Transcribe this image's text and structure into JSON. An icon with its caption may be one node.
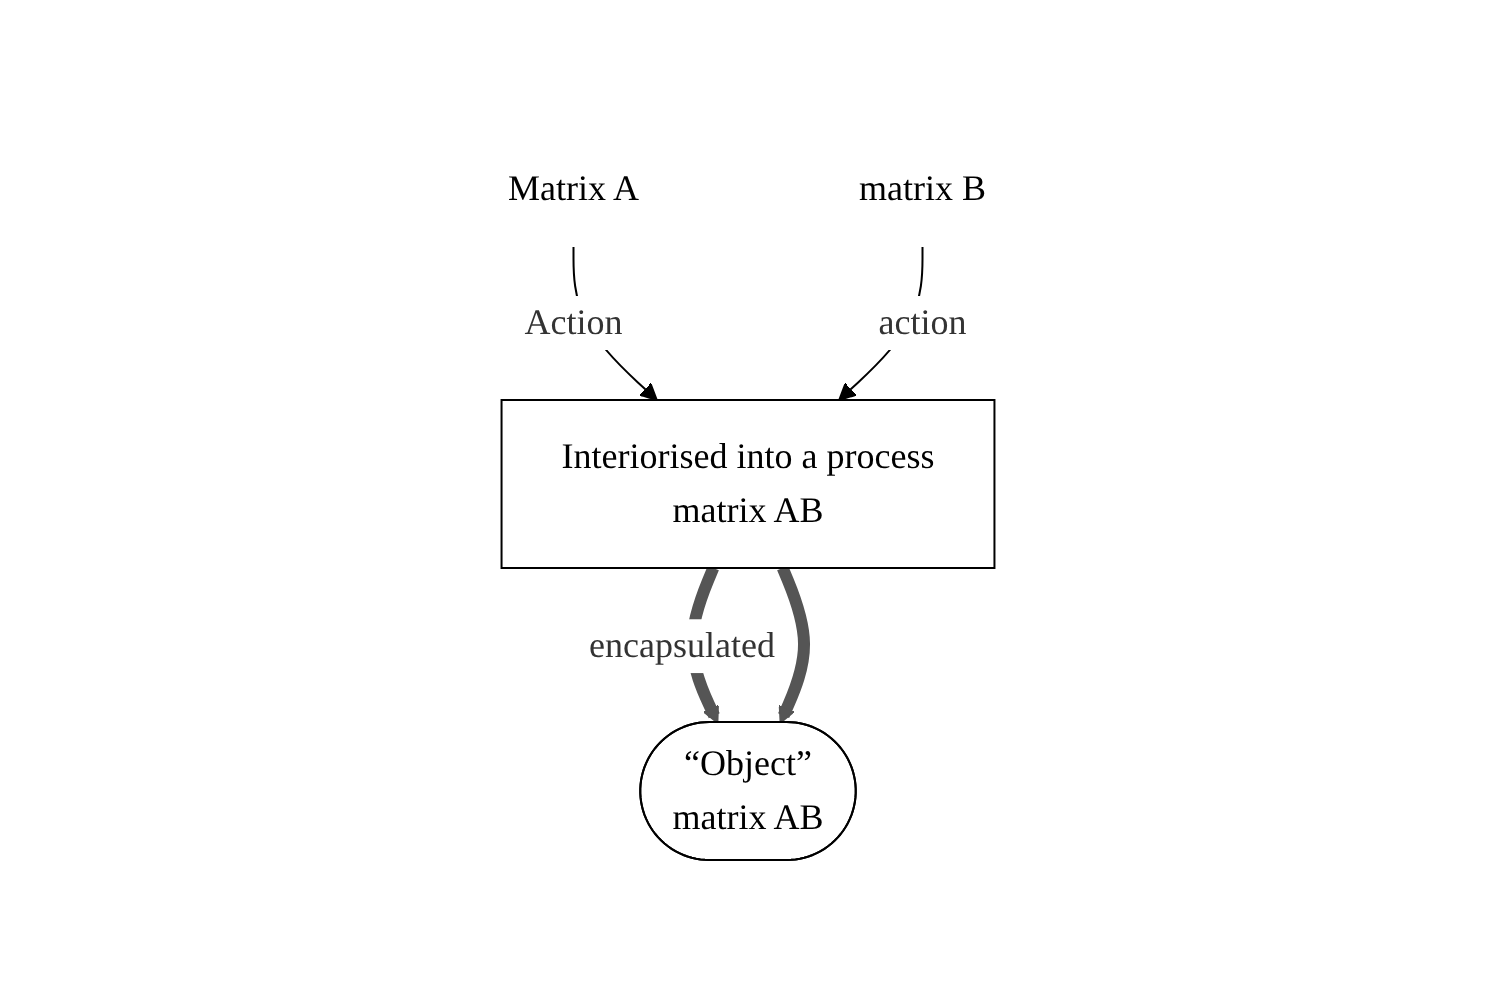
{
  "diagram": {
    "nodes": [
      {
        "text": [
          "Matrix A"
        ]
      },
      {
        "text": [
          "matrix B"
        ]
      },
      {
        "text": [
          "Interiorised into a process",
          "matrix AB"
        ]
      },
      {
        "text": [
          "“Object”",
          "matrix AB"
        ]
      }
    ],
    "edges": [
      {
        "from": 0,
        "to": 2,
        "arrow": "to",
        "label": "Action"
      },
      {
        "from": 1,
        "to": 2,
        "arrow": "to",
        "label": "action"
      },
      {
        "from": 2,
        "to": 3,
        "arrow": "to",
        "style": "thick",
        "label": "encapsulated"
      },
      {
        "from": 2,
        "to": 3,
        "arrow": "to",
        "style": "thick"
      }
    ]
  }
}
